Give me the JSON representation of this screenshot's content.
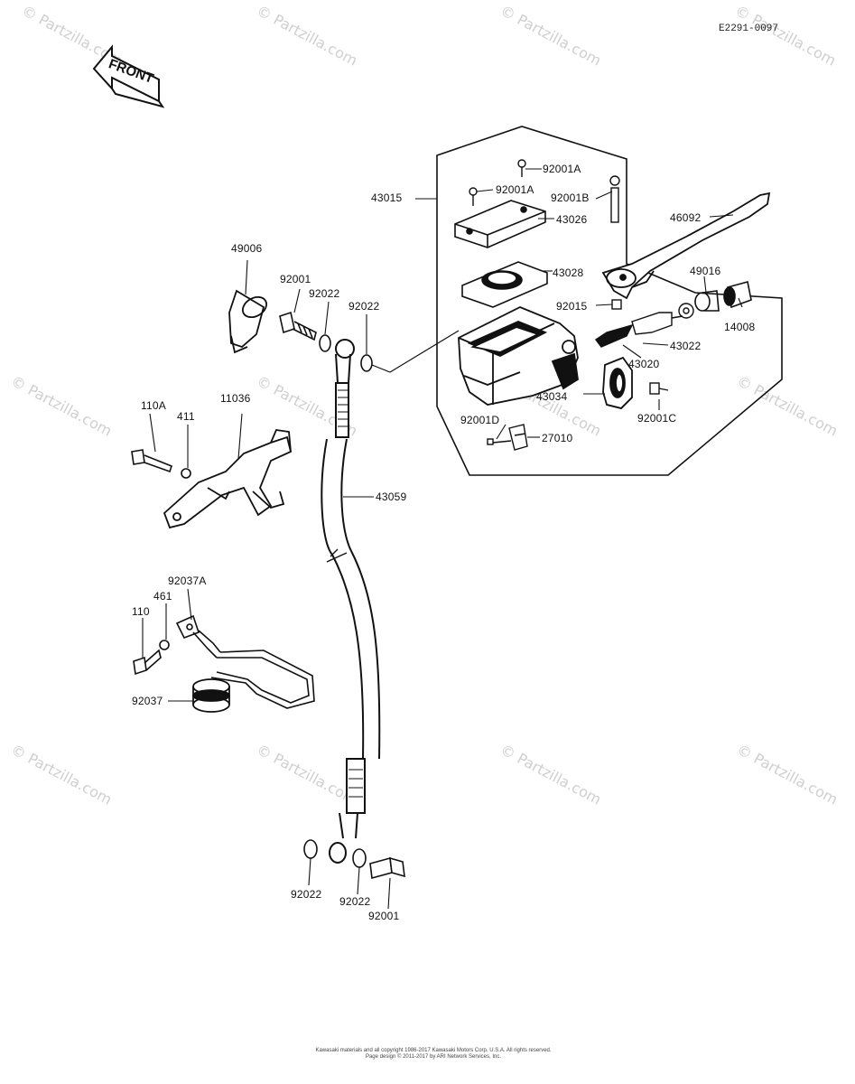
{
  "diagram_code": "E2291-0097",
  "front_arrow": "FRONT",
  "watermark": "© Partzilla.com",
  "copyright_line1": "Kawasaki materials and all copyright 1986-2017 Kawasaki Motors Corp. U.S.A. All rights reserved.",
  "copyright_line2": "Page design © 2011-2017 by ARI Network Services, Inc.",
  "parts": [
    {
      "id": "p92001A_1",
      "number": "92001A"
    },
    {
      "id": "p92001A_2",
      "number": "92001A"
    },
    {
      "id": "p92001B",
      "number": "92001B"
    },
    {
      "id": "p43015",
      "number": "43015"
    },
    {
      "id": "p43026",
      "number": "43026"
    },
    {
      "id": "p46092",
      "number": "46092"
    },
    {
      "id": "p43028",
      "number": "43028"
    },
    {
      "id": "p49016",
      "number": "49016"
    },
    {
      "id": "p92015",
      "number": "92015"
    },
    {
      "id": "p14008",
      "number": "14008"
    },
    {
      "id": "p43022",
      "number": "43022"
    },
    {
      "id": "p43020",
      "number": "43020"
    },
    {
      "id": "p43034",
      "number": "43034"
    },
    {
      "id": "p92001C",
      "number": "92001C"
    },
    {
      "id": "p92001D",
      "number": "92001D"
    },
    {
      "id": "p27010",
      "number": "27010"
    },
    {
      "id": "p49006",
      "number": "49006"
    },
    {
      "id": "p92001_top",
      "number": "92001"
    },
    {
      "id": "p92022_top1",
      "number": "92022"
    },
    {
      "id": "p92022_top2",
      "number": "92022"
    },
    {
      "id": "p110A",
      "number": "110A"
    },
    {
      "id": "p411",
      "number": "411"
    },
    {
      "id": "p11036",
      "number": "11036"
    },
    {
      "id": "p43059",
      "number": "43059"
    },
    {
      "id": "p92037A",
      "number": "92037A"
    },
    {
      "id": "p461",
      "number": "461"
    },
    {
      "id": "p110",
      "number": "110"
    },
    {
      "id": "p92037",
      "number": "92037"
    },
    {
      "id": "p92022_bot1",
      "number": "92022"
    },
    {
      "id": "p92022_bot2",
      "number": "92022"
    },
    {
      "id": "p92001_bot",
      "number": "92001"
    }
  ]
}
